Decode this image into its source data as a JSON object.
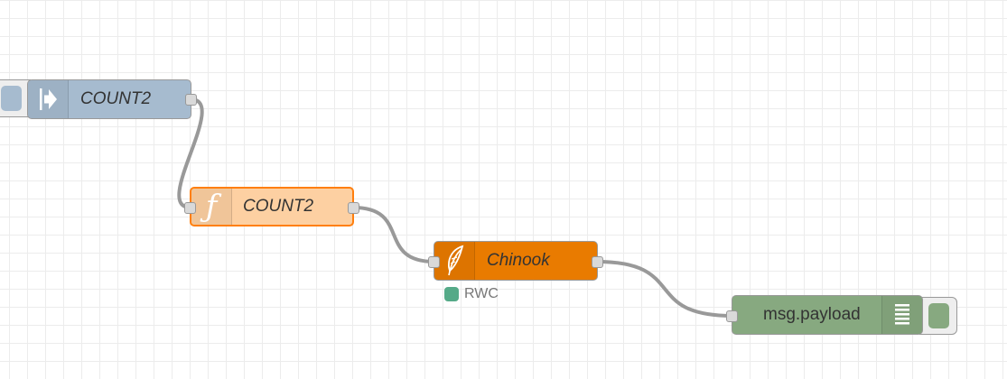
{
  "editor": {
    "nodes": {
      "inject": {
        "label": "COUNT2",
        "color": "#a6bbcf",
        "icon": "inject-arrow-icon"
      },
      "function": {
        "label": "COUNT2",
        "color": "#fdd0a2",
        "selected_border": "#ff7f0e",
        "icon": "function-icon"
      },
      "sqlite": {
        "label": "Chinook",
        "color": "#e97b00",
        "icon": "feather-icon",
        "status": {
          "text": "RWC",
          "color": "#5a8"
        }
      },
      "debug": {
        "label": "msg.payload",
        "color": "#87a980",
        "icon": "debug-list-icon"
      }
    },
    "wire_color": "#999999"
  }
}
